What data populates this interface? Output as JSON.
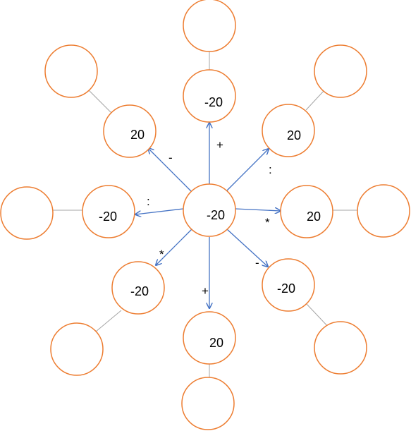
{
  "center": {
    "value": "-20"
  },
  "branches": [
    {
      "id": "top",
      "value": "-20",
      "operator": "+"
    },
    {
      "id": "top-right",
      "value": "20",
      "operator": ":"
    },
    {
      "id": "right",
      "value": "20",
      "operator": "*"
    },
    {
      "id": "bottom-right",
      "value": "-20",
      "operator": "-"
    },
    {
      "id": "bottom",
      "value": "20",
      "operator": "+"
    },
    {
      "id": "bottom-left",
      "value": "-20",
      "operator": "*"
    },
    {
      "id": "left",
      "value": "-20",
      "operator": ":"
    },
    {
      "id": "top-left",
      "value": "20",
      "operator": "-"
    }
  ],
  "outer_circles": [
    {
      "id": "top",
      "value": ""
    },
    {
      "id": "top-right",
      "value": ""
    },
    {
      "id": "right",
      "value": ""
    },
    {
      "id": "bottom-right",
      "value": ""
    },
    {
      "id": "bottom",
      "value": ""
    },
    {
      "id": "bottom-left",
      "value": ""
    },
    {
      "id": "left",
      "value": ""
    },
    {
      "id": "top-left",
      "value": ""
    }
  ],
  "colors": {
    "circle_stroke": "#ED7D31",
    "arrow": "#4472C4",
    "connector": "#A5A5A5"
  }
}
